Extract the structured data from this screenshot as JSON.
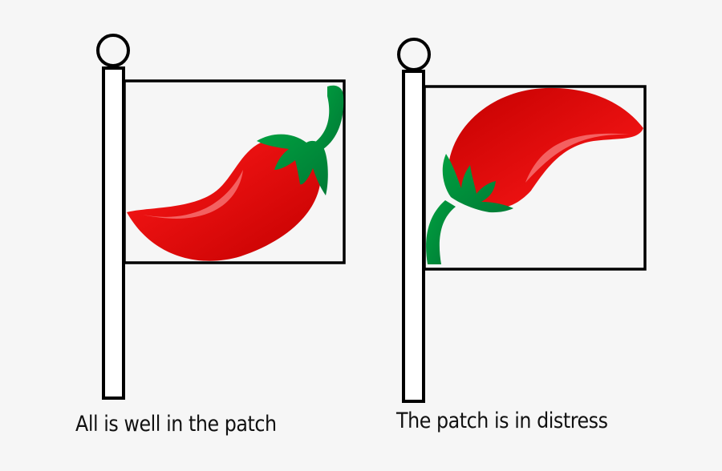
{
  "flags": [
    {
      "id": "left",
      "state": "upright",
      "caption": "All is well in the patch",
      "icon": "chili-pepper-upright-icon"
    },
    {
      "id": "right",
      "state": "inverted",
      "caption": "The patch is in distress",
      "icon": "chili-pepper-inverted-icon"
    }
  ],
  "colors": {
    "background": "#f6f6f6",
    "outline": "#000000",
    "pepper_red_light": "#ff1a1a",
    "pepper_red_dark": "#c40000",
    "stem_green_light": "#00a040",
    "stem_green_dark": "#007a35"
  }
}
